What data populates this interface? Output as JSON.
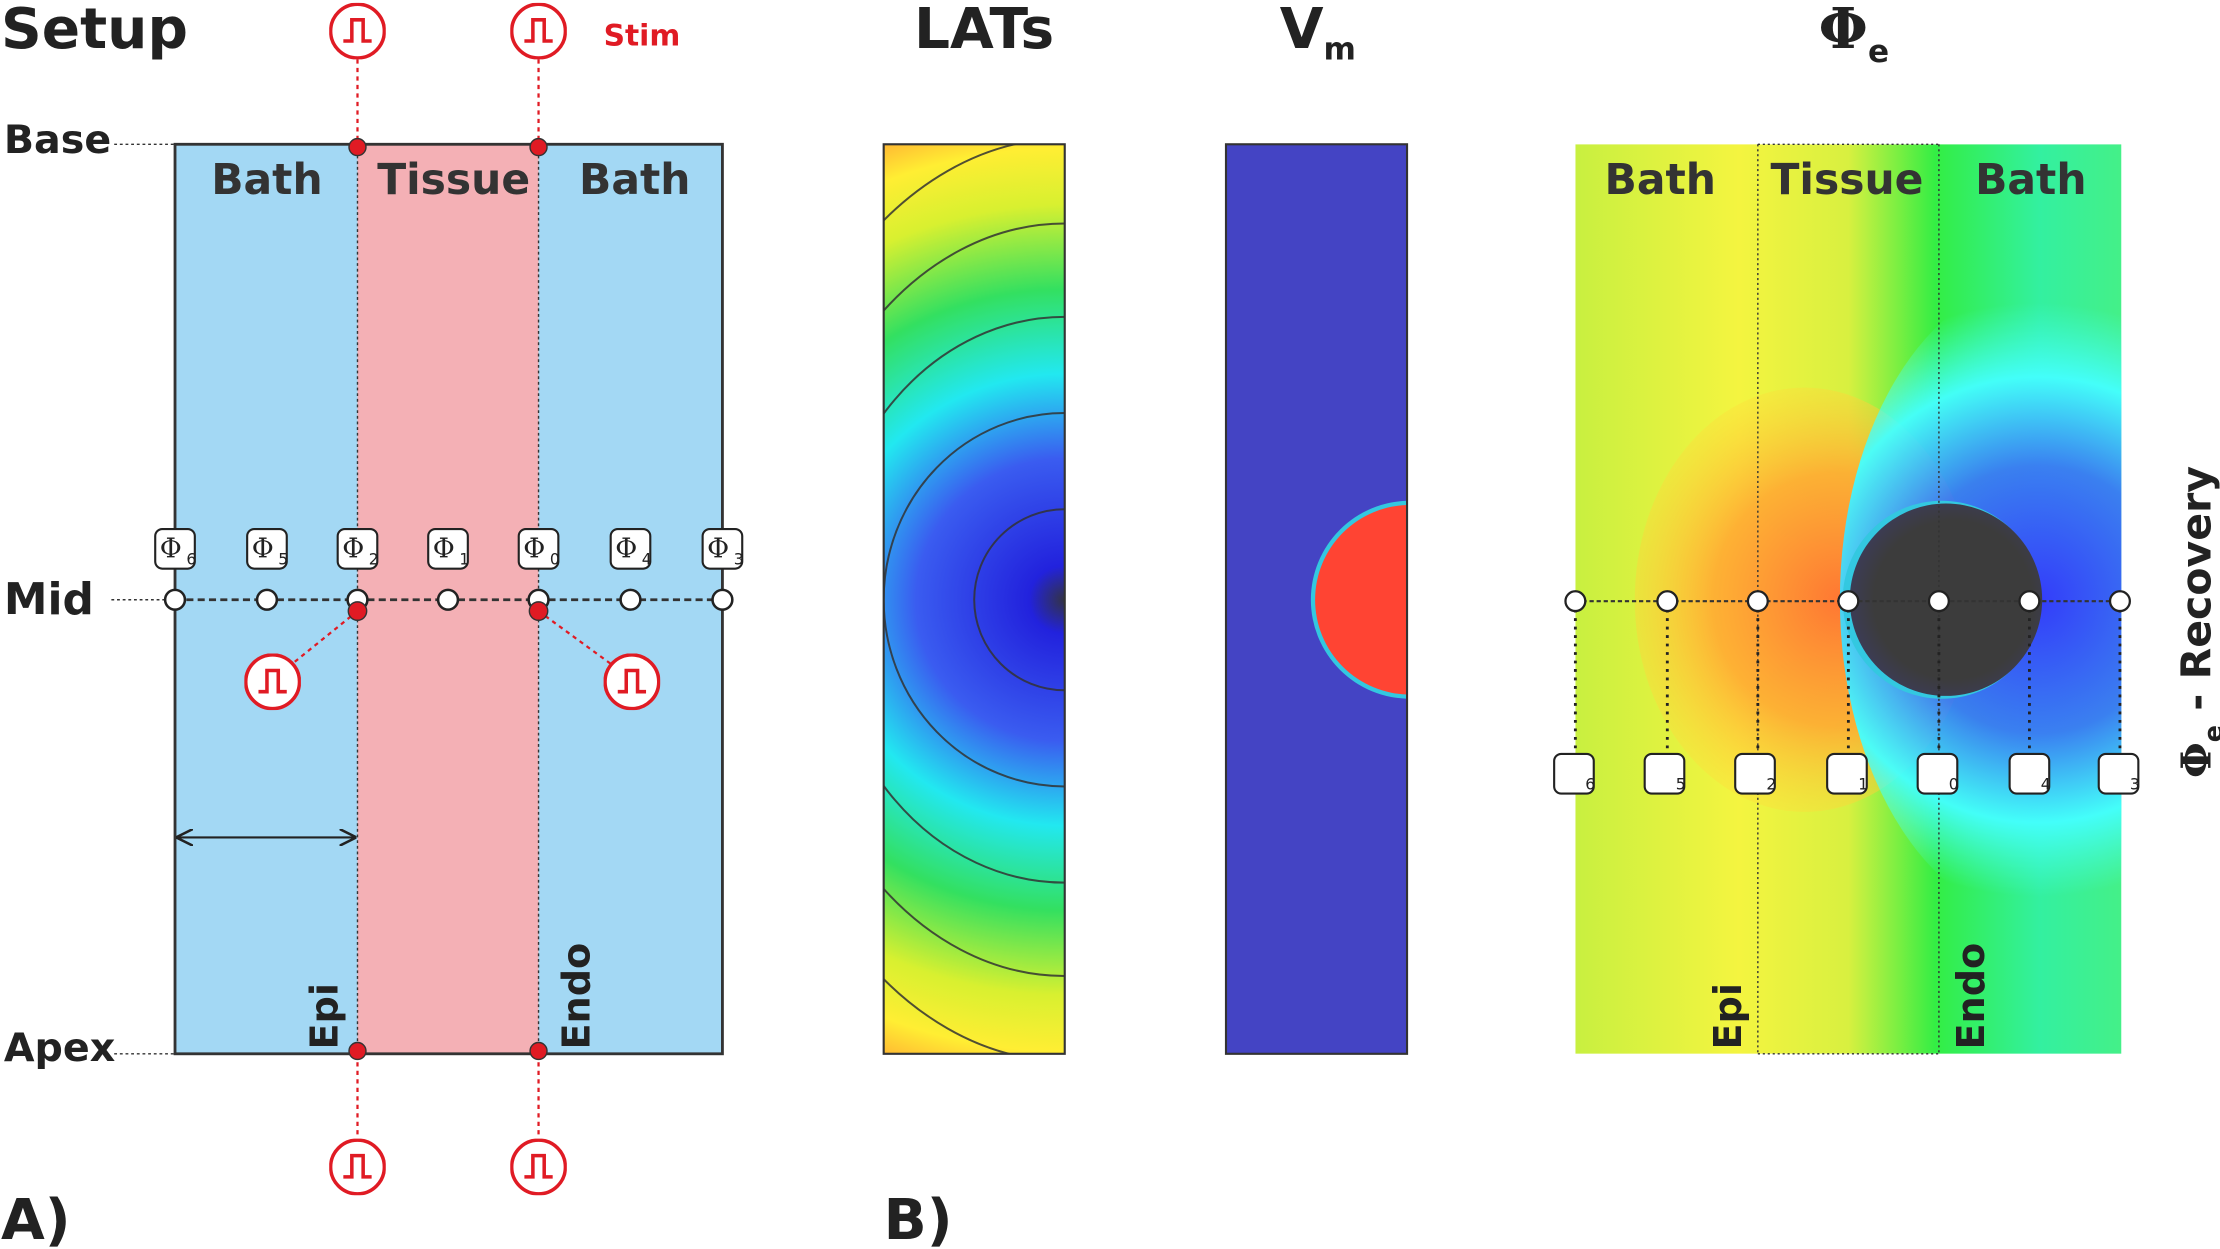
{
  "panel_a": {
    "title": "Setup",
    "stim_label": "Stim",
    "row_labels": {
      "base": "Base",
      "mid": "Mid",
      "apex": "Apex"
    },
    "regions": {
      "left": "Bath",
      "center": "Tissue",
      "right": "Bath"
    },
    "boundaries": {
      "epi": "Epi",
      "endo": "Endo"
    },
    "electrodes": [
      "6",
      "5",
      "2",
      "1",
      "0",
      "4",
      "3"
    ],
    "electrode_symbol": "Φ",
    "letter": "A)"
  },
  "panel_b": {
    "letter": "B)",
    "lats_title": "LATs",
    "vm_title": "V",
    "vm_sub": "m",
    "phie_title": "Φ",
    "phie_sub": "e",
    "regions": {
      "left": "Bath",
      "center": "Tissue",
      "right": "Bath"
    },
    "boundaries": {
      "epi": "Epi",
      "endo": "Endo"
    },
    "electrodes": [
      "6",
      "5",
      "2",
      "1",
      "0",
      "4",
      "3"
    ],
    "side_label_phi": "Φ",
    "side_label_sub": "e",
    "side_label_rest": " - Recovery"
  },
  "colors": {
    "bath": "#a3d8f4",
    "tissue": "#f4b0b5",
    "stim": "#e01b24",
    "vm_rest": "#4444c4",
    "vm_active": "#ff4433"
  }
}
